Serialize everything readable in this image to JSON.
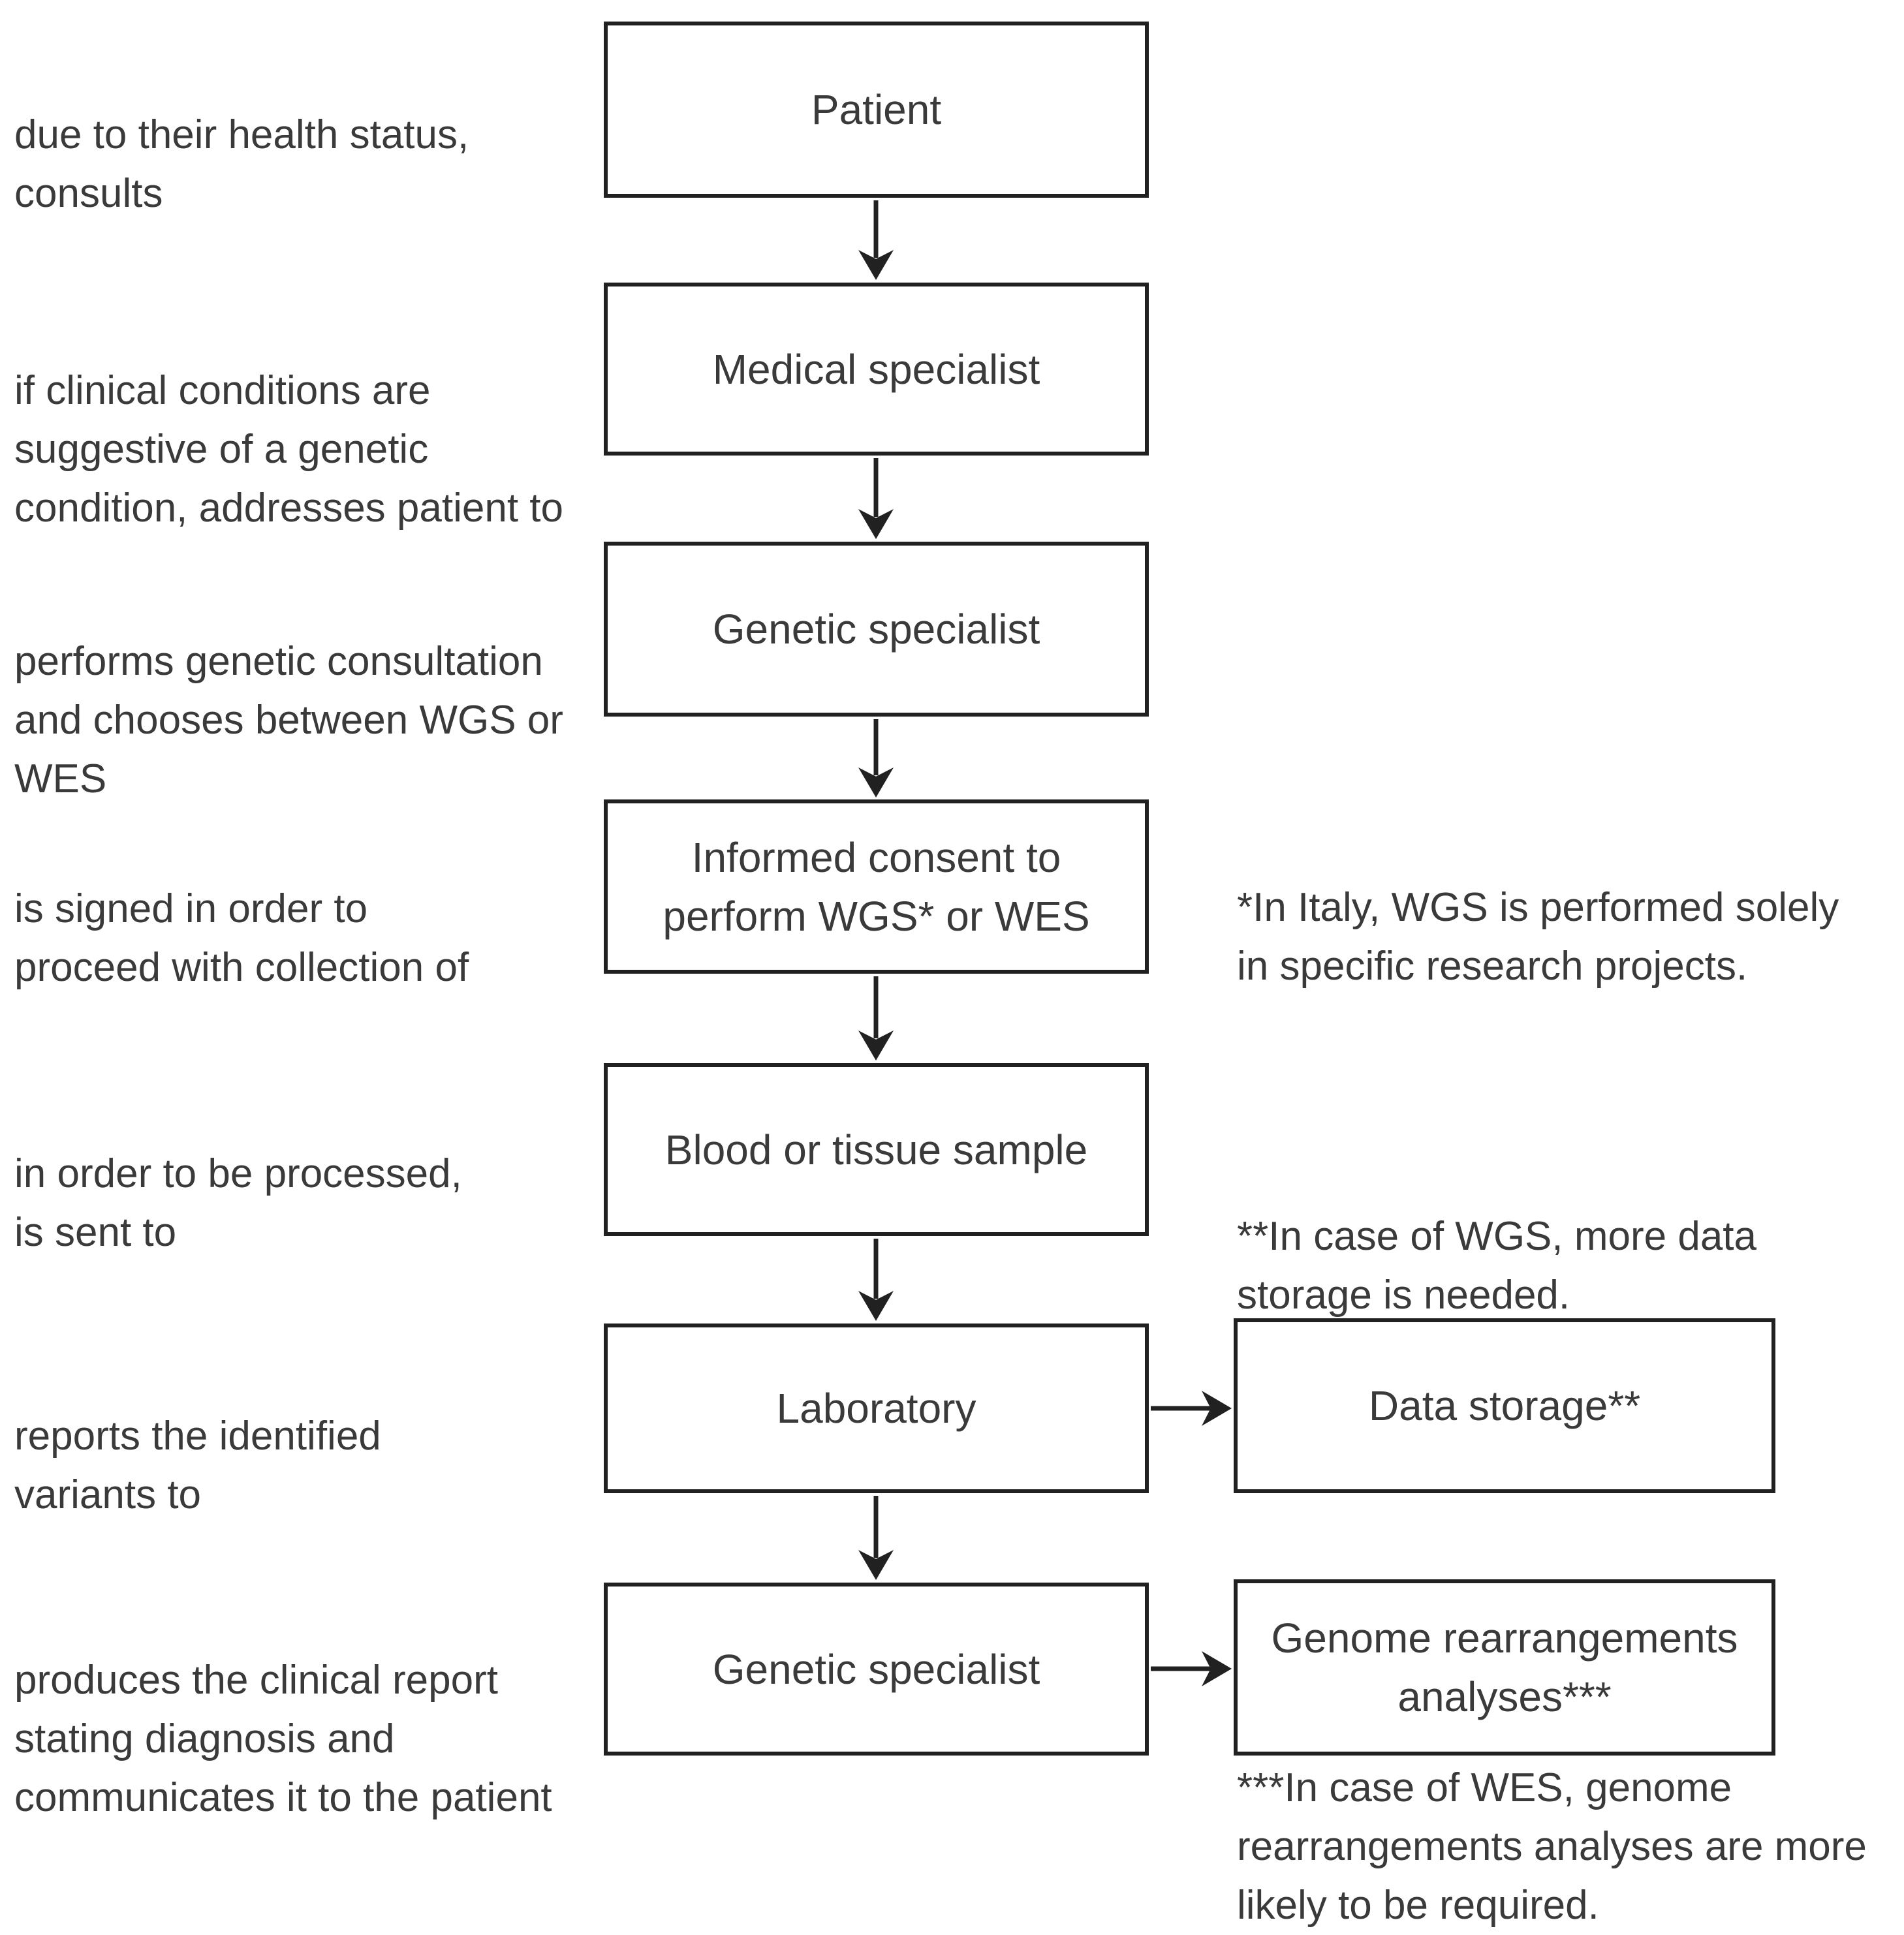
{
  "colors": {
    "background": "#ffffff",
    "line": "#212121",
    "text": "#3a3a3a"
  },
  "flowchart": {
    "nodes": [
      {
        "label": "Patient"
      },
      {
        "label": "Medical specialist"
      },
      {
        "label": "Genetic specialist"
      },
      {
        "label": "Informed consent to\nperform WGS* or WES"
      },
      {
        "label": "Blood or tissue sample"
      },
      {
        "label": "Laboratory"
      },
      {
        "label": "Genetic specialist"
      }
    ],
    "side_nodes": [
      {
        "label": "Data storage**"
      },
      {
        "label": "Genome rearrangements\nanalyses***"
      }
    ],
    "edge_annotations": [
      {
        "text": "due to their health status,\nconsults"
      },
      {
        "text": "if clinical conditions are\nsuggestive of a genetic\ncondition, addresses patient to"
      },
      {
        "text": "performs genetic consultation\nand chooses between WGS or\nWES"
      },
      {
        "text": "is signed in order to\nproceed with collection of"
      },
      {
        "text": "in order to be processed,\nis sent to"
      },
      {
        "text": "reports the identified\nvariants to"
      },
      {
        "text": "produces the clinical report\nstating diagnosis and\ncommunicates it to the patient"
      }
    ],
    "footnotes": [
      {
        "text": "*In Italy, WGS is performed solely\nin specific research projects."
      },
      {
        "text": "**In case of WGS, more data\nstorage is needed."
      },
      {
        "text": "***In case of WES, genome\nrearrangements analyses are more\nlikely to be required."
      }
    ]
  }
}
